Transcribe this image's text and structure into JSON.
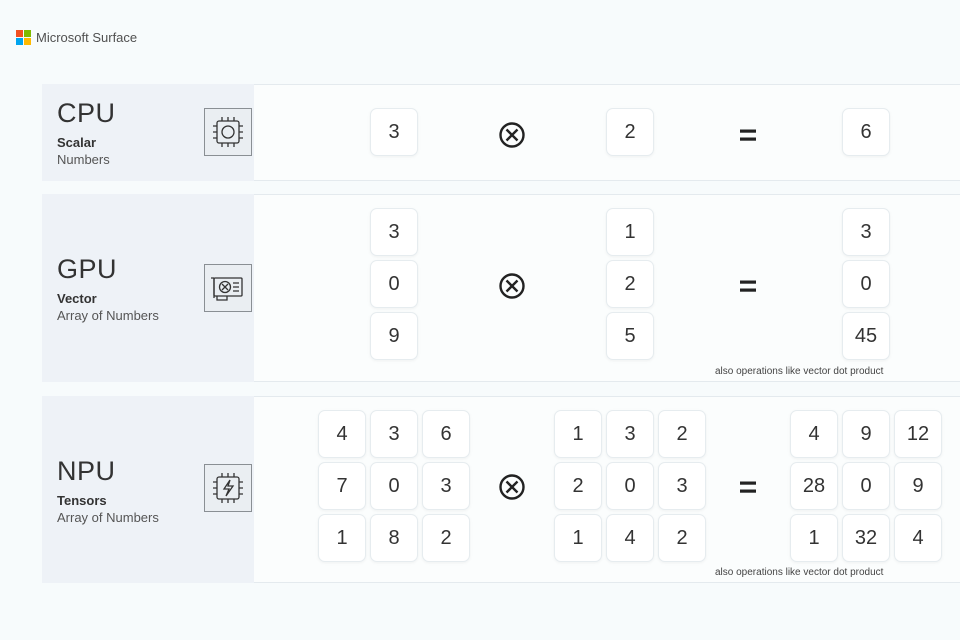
{
  "brand": {
    "name": "Microsoft Surface",
    "logo_colors": [
      "#f25022",
      "#7fba00",
      "#00a4ef",
      "#ffb900"
    ]
  },
  "rows": {
    "cpu": {
      "kind": "CPU",
      "type": "Scalar",
      "desc": "Numbers",
      "icon": "cpu-chip-icon",
      "a": [
        "3"
      ],
      "b": [
        "2"
      ],
      "result": [
        "6"
      ]
    },
    "gpu": {
      "kind": "GPU",
      "type": "Vector",
      "desc": "Array of Numbers",
      "icon": "graphics-card-icon",
      "a": [
        "3",
        "0",
        "9"
      ],
      "b": [
        "1",
        "2",
        "5"
      ],
      "result": [
        "3",
        "0",
        "45"
      ],
      "note": "also operations like vector dot product"
    },
    "npu": {
      "kind": "NPU",
      "type": "Tensors",
      "desc": "Array of Numbers",
      "icon": "npu-chip-icon",
      "a": [
        "4",
        "3",
        "6",
        "7",
        "0",
        "3",
        "1",
        "8",
        "2"
      ],
      "b": [
        "1",
        "3",
        "2",
        "2",
        "0",
        "3",
        "1",
        "4",
        "2"
      ],
      "result": [
        "4",
        "9",
        "12",
        "28",
        "0",
        "9",
        "1",
        "32",
        "4"
      ],
      "note": "also operations like vector dot product"
    }
  },
  "operators": {
    "multiply_icon": "circled-times-icon",
    "equals": "="
  }
}
